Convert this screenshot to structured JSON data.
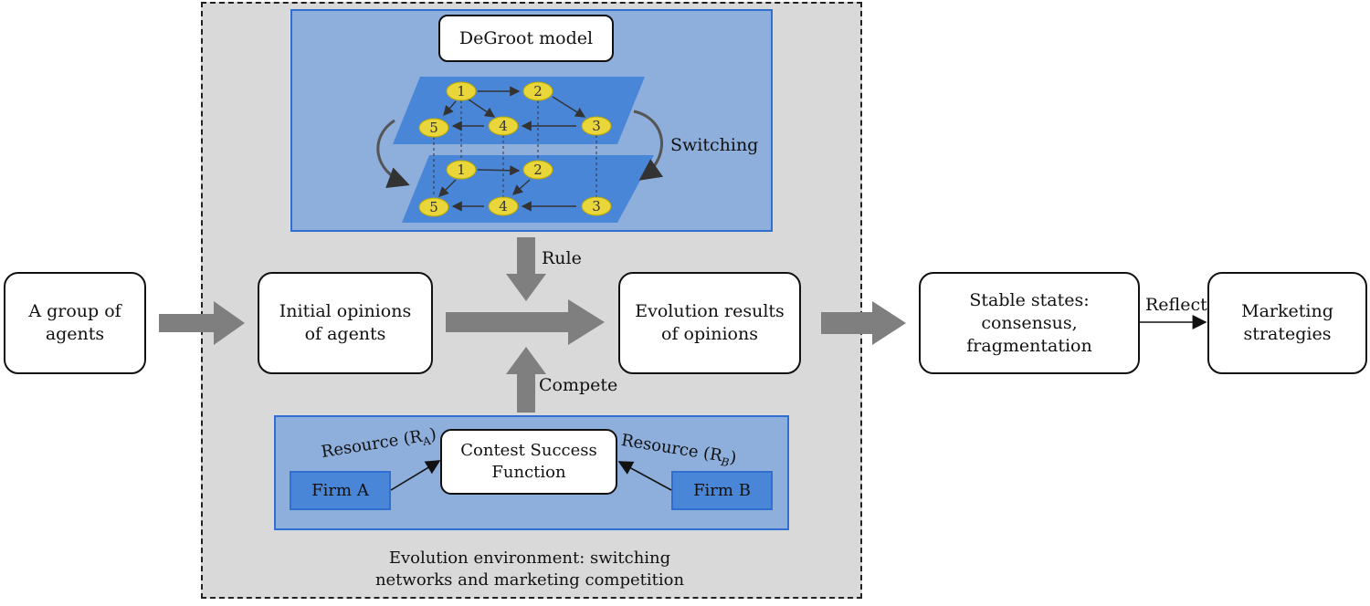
{
  "boxes": {
    "group": "A group of\nagents",
    "initial": "Initial opinions\nof agents",
    "evolution": "Evolution results\nof opinions",
    "stable": "Stable states:\nconsensus,\nfragmentation",
    "marketing": "Marketing\nstrategies"
  },
  "labels": {
    "rule": "Rule",
    "compete": "Compete",
    "reflect": "Reflect",
    "switching": "Switching"
  },
  "degroot": {
    "title": "DeGroot model",
    "nodes": [
      "1",
      "2",
      "3",
      "4",
      "5"
    ]
  },
  "competition": {
    "csf": "Contest Success\nFunction",
    "firm_a": "Firm A",
    "firm_b": "Firm B",
    "resource_a_text": "Resource (R",
    "resource_a_sub": "A",
    "resource_b_text": "Resource (R",
    "resource_b_sub": "B"
  },
  "environment_caption": "Evolution environment: switching\nnetworks and marketing competition",
  "colors": {
    "env_bg": "#d9d9d9",
    "blue_panel": "#8eaedb",
    "blue_border": "#2f6fd1",
    "layer": "#4a86d8",
    "node": "#e8d63a",
    "arrow_gray": "#7f7f7f"
  }
}
